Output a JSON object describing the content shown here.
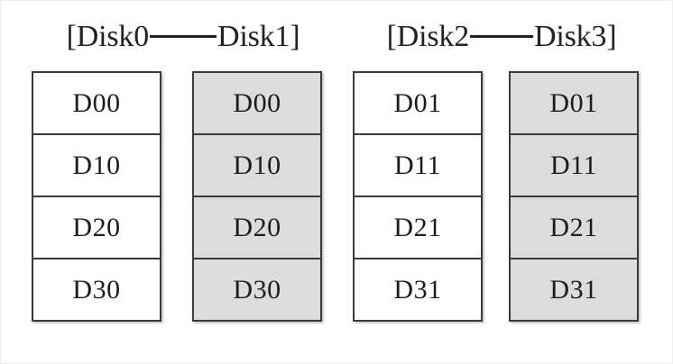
{
  "diagram": {
    "title_groups": [
      {
        "open_bracket": "[",
        "left_label": "Disk0",
        "connector": "——",
        "right_label": "Disk1",
        "close_bracket": "]"
      },
      {
        "open_bracket": "[",
        "left_label": "Disk2",
        "connector": "——",
        "right_label": "Disk3",
        "close_bracket": "]"
      }
    ],
    "columns": [
      {
        "disk": "Disk0",
        "fill": "white",
        "fill_color": "#ffffff",
        "cells": [
          "D00",
          "D10",
          "D20",
          "D30"
        ]
      },
      {
        "disk": "Disk1",
        "fill": "shaded",
        "fill_color": "#dcdcdc",
        "cells": [
          "D00",
          "D10",
          "D20",
          "D30"
        ]
      },
      {
        "disk": "Disk2",
        "fill": "white",
        "fill_color": "#ffffff",
        "cells": [
          "D01",
          "D11",
          "D21",
          "D31"
        ]
      },
      {
        "disk": "Disk3",
        "fill": "shaded",
        "fill_color": "#dcdcdc",
        "cells": [
          "D01",
          "D11",
          "D21",
          "D31"
        ]
      }
    ],
    "colors": {
      "border": "#3a3a3a",
      "text": "#1c1c1c",
      "background": "#ffffff",
      "shaded_cell": "#dcdcdc",
      "frame": "#ececec"
    }
  }
}
